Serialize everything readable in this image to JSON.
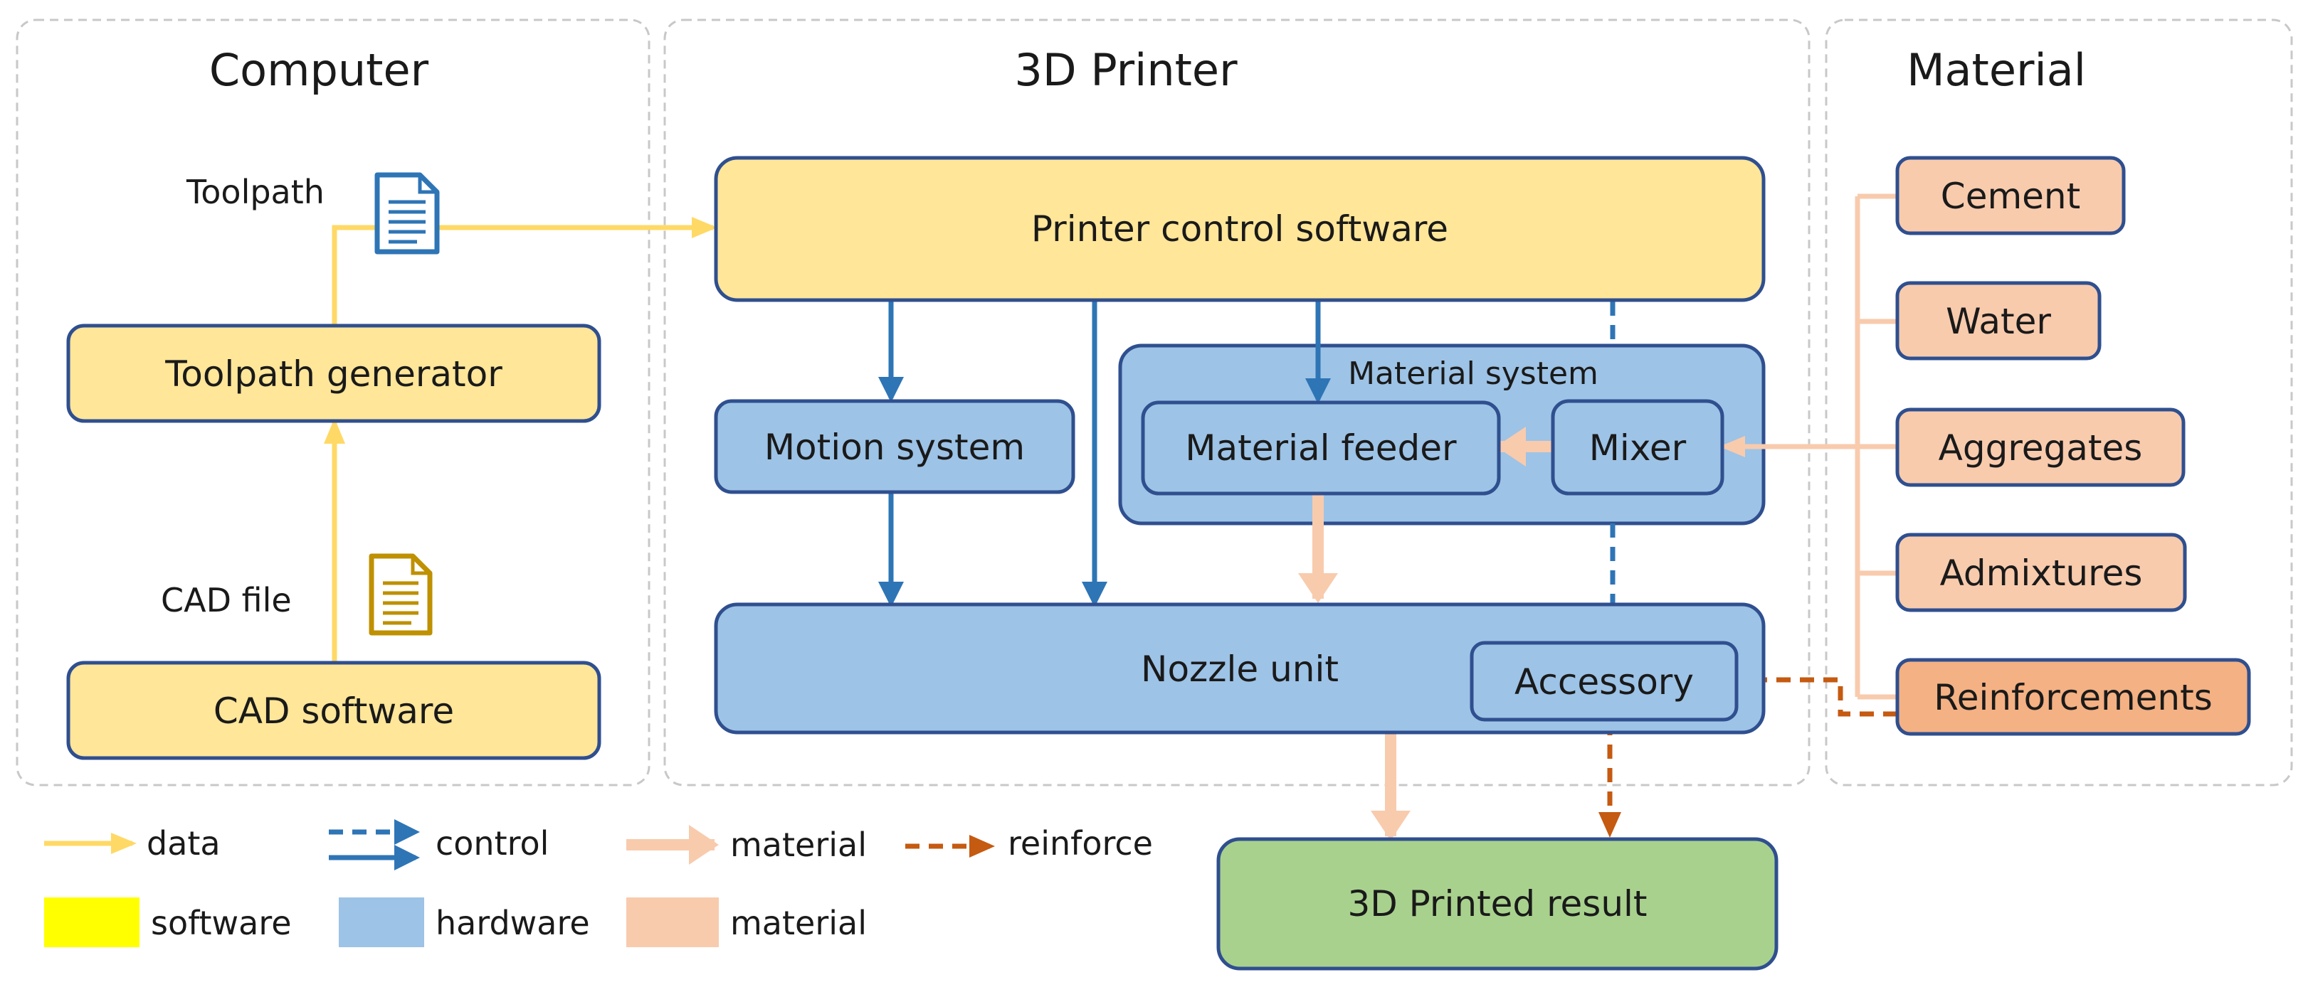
{
  "panels": {
    "computer": "Computer",
    "printer": "3D Printer",
    "material": "Material"
  },
  "nodes": {
    "cad_software": "CAD software",
    "toolpath_generator": "Toolpath generator",
    "printer_control_software": "Printer control software",
    "motion_system": "Motion system",
    "material_system": "Material system",
    "material_feeder": "Material feeder",
    "mixer": "Mixer",
    "nozzle_unit": "Nozzle unit",
    "accessory": "Accessory",
    "printed_result": "3D Printed result",
    "cement": "Cement",
    "water": "Water",
    "aggregates": "Aggregates",
    "admixtures": "Admixtures",
    "reinforcements": "Reinforcements"
  },
  "labels": {
    "toolpath": "Toolpath",
    "cad_file": "CAD file"
  },
  "icons": {
    "toolpath_doc": "document-icon",
    "cad_doc": "document-icon"
  },
  "legend": {
    "data": "data",
    "control": "control",
    "material_flow": "material",
    "reinforce": "reinforce",
    "software": "software",
    "hardware": "hardware",
    "material_type": "material"
  },
  "colors": {
    "software": "#ffe699",
    "software_swatch": "#ffff00",
    "hardware": "#9dc3e6",
    "material": "#f8cbad",
    "reinforcement": "#f4b183",
    "result": "#a9d18e",
    "data_flow": "#ffd966",
    "control_flow": "#2e75b6",
    "reinforce_flow": "#c55a11",
    "box_border": "#2f4f8f",
    "cad_icon": "#bf9000",
    "toolpath_icon": "#2e75b6"
  }
}
